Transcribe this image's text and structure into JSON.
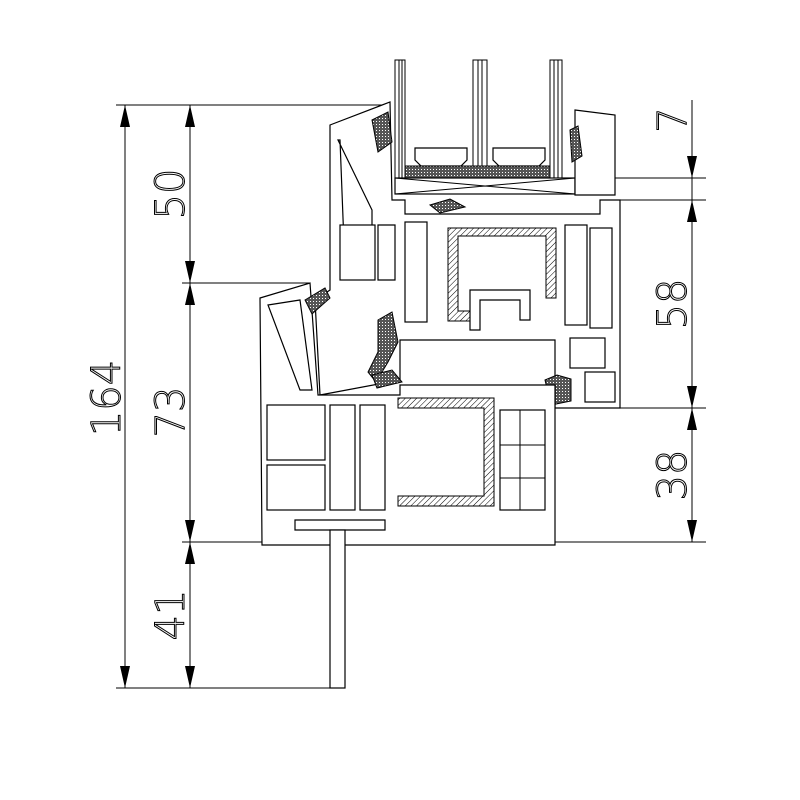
{
  "drawing": {
    "dimensions_mm": {
      "overall_height": "164",
      "sash_top": "50",
      "frame_middle": "73",
      "bottom_leg": "41",
      "glass_rebate": "7",
      "sash_height": "58",
      "frame_height": "38"
    }
  }
}
